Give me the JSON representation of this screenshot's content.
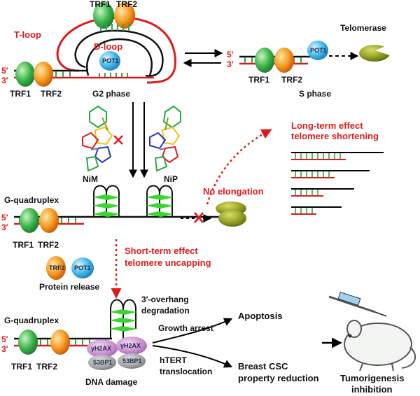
{
  "labels": {
    "trf1": "TRF1",
    "trf2": "TRF2",
    "pot1": "POT1",
    "t_loop": "T-loop",
    "d_loop": "D-loop",
    "five_prime": "5′",
    "three_prime": "3′",
    "g2_phase": "G2 phase",
    "s_phase": "S phase",
    "telomerase": "Telomerase",
    "nim": "NiM",
    "nip": "NiP",
    "g_quadruplex": "G-quadruplex",
    "no_elongation": "No elongation",
    "long_term_line1": "Long-term effect",
    "long_term_line2": "telomere shortening",
    "short_term_line1": "Short-term effect",
    "short_term_line2": "telomere uncapping",
    "protein_release": "Protein release",
    "overhang_line1": "3′-overhang",
    "overhang_line2": "degradation",
    "gamma_h2ax": "γH2AX",
    "p53bp1": "53BP1",
    "dna_damage": "DNA damage",
    "growth_arrest": "Growth arrest",
    "htert_line1": "hTERT",
    "htert_line2": "translocation",
    "apoptosis": "Apoptosis",
    "csc_line1": "Breast CSC",
    "csc_line2": "property reduction",
    "tumor_line1": "Tumorigenesis",
    "tumor_line2": "inhibition"
  },
  "colors": {
    "red": "#e01a1a",
    "trf1_green": "#3cb44b",
    "trf2_orange": "#f39a1e",
    "pot1_blue": "#44b8e8",
    "telomerase_olive": "#8e9a1e",
    "quadruplex_green": "#39d631",
    "damage_purple": "#c98bd0"
  },
  "icons": [
    "telomerase-icon",
    "molecule-nim-icon",
    "molecule-nip-icon",
    "mouse-icon",
    "syringe-icon"
  ]
}
